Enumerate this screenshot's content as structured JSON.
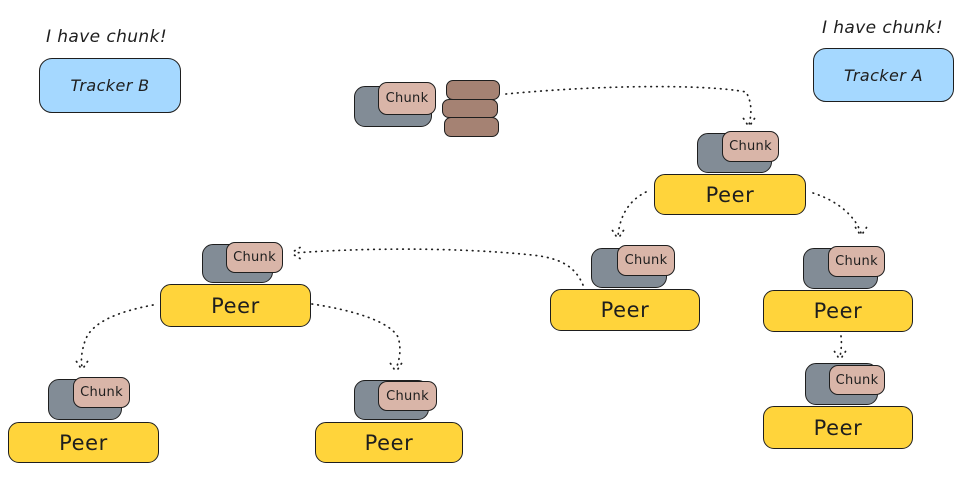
{
  "colors": {
    "background": "#ffffff",
    "stroke": "#1e1e1e",
    "tracker-fill": "#a5d8ff",
    "peer-fill": "#ffd43b",
    "server-fill": "#828c96",
    "chunk-fill": "#d9b5a8",
    "stack-fill": "#a58273"
  },
  "speech": {
    "tracker_b": "I have chunk!",
    "tracker_a": "I have chunk!"
  },
  "trackers": {
    "b": {
      "label": "Tracker B"
    },
    "a": {
      "label": "Tracker A"
    }
  },
  "seed": {
    "chunk_label": "Chunk",
    "stack_rows": 3
  },
  "peers": [
    {
      "id": "peer-top-right",
      "label": "Peer",
      "chunk_label": "Chunk"
    },
    {
      "id": "peer-middle-right",
      "label": "Peer",
      "chunk_label": "Chunk"
    },
    {
      "id": "peer-far-right",
      "label": "Peer",
      "chunk_label": "Chunk"
    },
    {
      "id": "peer-left-middle",
      "label": "Peer",
      "chunk_label": "Chunk"
    },
    {
      "id": "peer-bottom-left",
      "label": "Peer",
      "chunk_label": "Chunk"
    },
    {
      "id": "peer-bottom-center",
      "label": "Peer",
      "chunk_label": "Chunk"
    },
    {
      "id": "peer-far-right-bottom",
      "label": "Peer",
      "chunk_label": "Chunk"
    }
  ],
  "edges": [
    {
      "from": "seed-stack",
      "to": "peer-top-right-chunk",
      "style": "dotted-arrow"
    },
    {
      "from": "peer-top-right",
      "to": "peer-middle-right-chunk",
      "style": "dotted-arrow"
    },
    {
      "from": "peer-top-right",
      "to": "peer-far-right-chunk",
      "style": "dotted-arrow"
    },
    {
      "from": "peer-middle-right",
      "to": "peer-left-middle-chunk",
      "style": "dotted-arrow"
    },
    {
      "from": "peer-left-middle",
      "to": "peer-bottom-left-chunk",
      "style": "dotted-arrow"
    },
    {
      "from": "peer-left-middle",
      "to": "peer-bottom-center-chunk",
      "style": "dotted-arrow"
    },
    {
      "from": "peer-far-right",
      "to": "peer-far-right-bottom-chunk",
      "style": "dotted-arrow"
    }
  ]
}
